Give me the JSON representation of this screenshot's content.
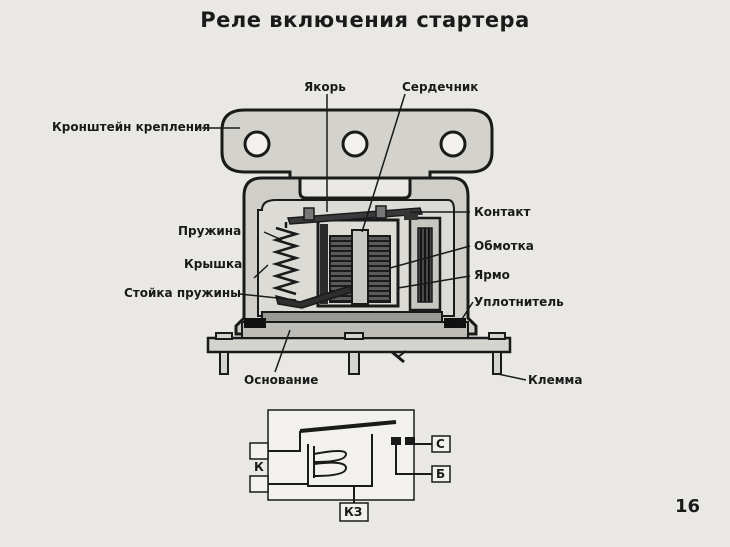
{
  "title": "Реле включения стартера",
  "labels": {
    "bracket": "Кронштейн крепления",
    "armature": "Якорь",
    "core": "Сердечник",
    "contact": "Контакт",
    "spring": "Пружина",
    "winding": "Обмотка",
    "cover": "Крышка",
    "yoke": "Ярмо",
    "spring_post": "Стойка пружины",
    "seal": "Уплотнитель",
    "base": "Основание",
    "terminal": "Клемма"
  },
  "schematic": {
    "k": "К",
    "c": "С",
    "b": "Б",
    "kz": "КЗ"
  },
  "page_number": "16"
}
